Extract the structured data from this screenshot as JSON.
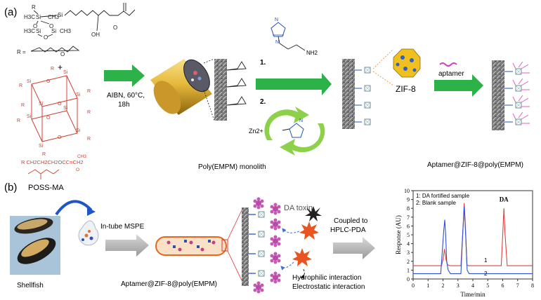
{
  "panel_a": {
    "label": "(a)",
    "r_def": "R = ",
    "plus": "+",
    "posss_chain": "R   CH2CH2CH2OCC=CH2",
    "ch3": "CH3",
    "o_dbl": "O",
    "poss_ma": "POSS-MA",
    "conditions_1": "AIBN, 60°C,",
    "conditions_2": "18h",
    "monolith": "Poly(EMPM) monolith",
    "step1": "1.",
    "step2": "2.",
    "nh2": "NH2",
    "n_atom": "N",
    "zn": "Zn2+",
    "zif": "ZIF-8",
    "aptamer": "aptamer",
    "product": "Aptamer@ZIF-8@poly(EMPM)",
    "r_letter": "R",
    "si": "Si",
    "o": "O",
    "oh": "OH",
    "h3c": "H3C",
    "ch3b": "CH3"
  },
  "panel_b": {
    "label": "(b)",
    "shellfish": "Shellfish",
    "mspe": "In-tube MSPE",
    "column": "Aptamer@ZIF-8@poly(EMPM)",
    "toxin": "DA toxin",
    "coupled_1": "Coupled to",
    "coupled_2": "HPLC-PDA",
    "interaction_1": "Hydrophilic interaction",
    "interaction_2": "Electrostatic interaction"
  },
  "chart_data": {
    "type": "line",
    "xlabel": "Time/min",
    "ylabel": "Response (AU)",
    "xlim": [
      0,
      8
    ],
    "ylim": [
      0,
      10
    ],
    "x_ticks": [
      0,
      1,
      2,
      3,
      4,
      5,
      6,
      7,
      8
    ],
    "y_ticks": [
      0,
      1,
      2,
      3,
      4,
      5,
      6,
      7,
      8,
      9,
      10
    ],
    "legend": [
      "1: DA fortified sample",
      "2: Blank sample"
    ],
    "peak_label": "DA",
    "curve_labels": [
      "1",
      "2"
    ],
    "series": [
      {
        "color": "#e04040",
        "x": [
          0,
          1.9,
          2.0,
          2.1,
          2.2,
          2.3,
          2.5,
          3.2,
          3.35,
          3.42,
          3.5,
          3.6,
          3.7,
          5.9,
          6.0,
          6.08,
          6.16,
          6.3,
          8
        ],
        "y": [
          1.5,
          1.5,
          2.2,
          3.4,
          2.2,
          1.6,
          1.5,
          1.5,
          6.0,
          8.6,
          6.0,
          1.6,
          1.5,
          1.5,
          5.0,
          8.0,
          5.0,
          1.5,
          1.5
        ]
      },
      {
        "color": "#3050d0",
        "x": [
          0,
          1.85,
          1.95,
          2.05,
          2.12,
          2.18,
          2.25,
          2.35,
          2.5,
          3.2,
          3.32,
          3.42,
          3.52,
          3.62,
          3.75,
          8
        ],
        "y": [
          0.6,
          0.6,
          3.0,
          5.5,
          6.7,
          5.0,
          2.0,
          1.0,
          0.6,
          0.6,
          5.0,
          8.2,
          5.0,
          1.0,
          0.6,
          0.6
        ]
      }
    ]
  }
}
